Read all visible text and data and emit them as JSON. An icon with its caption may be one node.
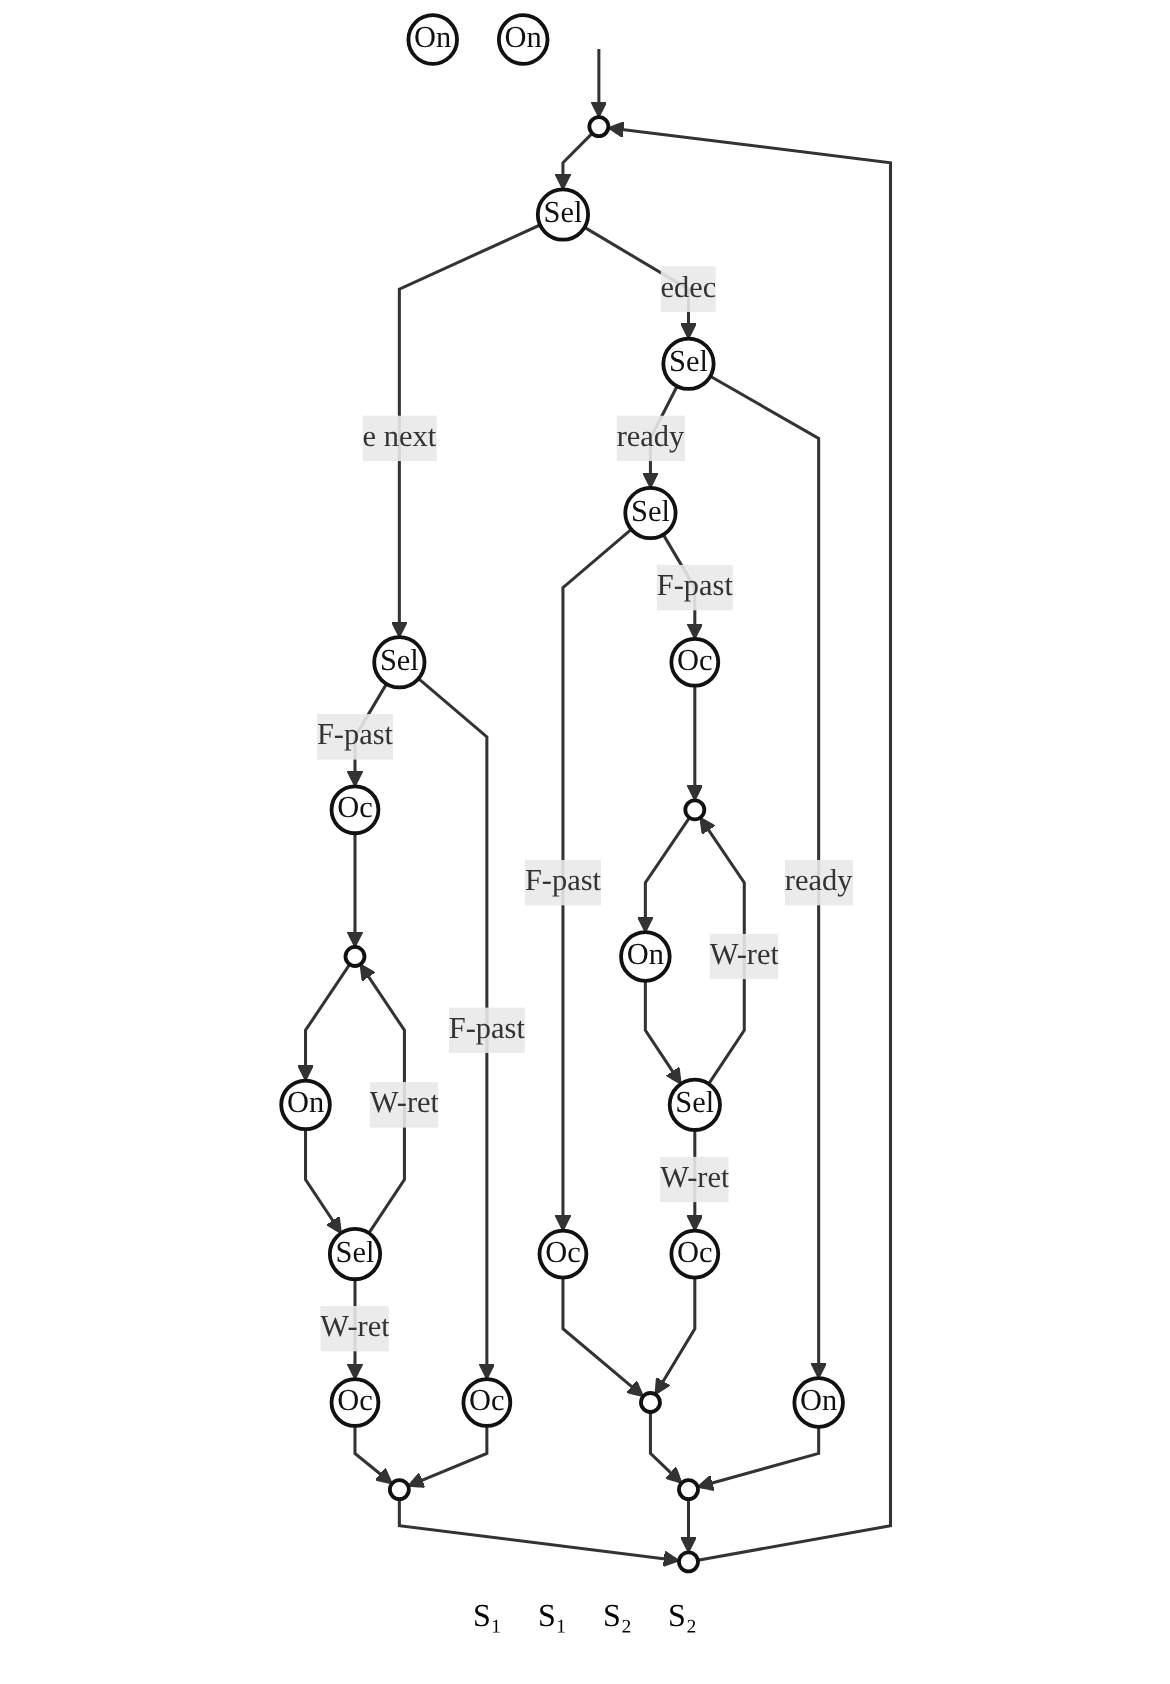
{
  "diagram": {
    "nodes": [
      {
        "text": [],
        "shape": "circle"
      },
      {
        "text": [
          "Sel"
        ]
      },
      {
        "text": [
          "Sel"
        ]
      },
      {
        "text": [
          "Sel"
        ]
      },
      {
        "text": [
          "Sel"
        ]
      },
      {
        "text": [
          "Oc"
        ]
      },
      {
        "text": [
          "On"
        ]
      },
      {
        "text": [
          "On"
        ]
      },
      {
        "text": [
          "Oc"
        ]
      },
      {
        "text": [],
        "shape": "circle"
      },
      {
        "text": [],
        "shape": "circle"
      },
      {
        "text": [
          "On"
        ]
      },
      {
        "text": [
          "Oc"
        ]
      },
      {
        "text": [
          "Oc"
        ]
      },
      {
        "text": [
          "On"
        ]
      },
      {
        "text": [
          "On"
        ]
      },
      {
        "text": [
          "Sel"
        ]
      },
      {
        "text": [
          "Sel"
        ]
      },
      {
        "text": [
          "Oc"
        ]
      },
      {
        "text": [
          "Oc"
        ]
      },
      {
        "text": [],
        "shape": "circle"
      },
      {
        "text": [],
        "shape": "circle"
      },
      {
        "text": [],
        "shape": "circle"
      },
      {
        "text": [],
        "shape": "circle"
      }
    ],
    "edges": [
      {
        "from": null,
        "to": 0,
        "arrow": "to"
      },
      {
        "from": 0,
        "to": 1,
        "arrow": "to"
      },
      {
        "from": 1,
        "to": 3,
        "label": "e next",
        "arrow": "to"
      },
      {
        "from": 1,
        "to": 2,
        "label": "edec",
        "arrow": "to"
      },
      {
        "from": 2,
        "to": 4,
        "label": "ready",
        "arrow": "to"
      },
      {
        "from": 2,
        "to": 15,
        "label": "ready",
        "arrow": "to"
      },
      {
        "from": 3,
        "to": 5,
        "label": "F-past",
        "arrow": "to"
      },
      {
        "from": 3,
        "to": 12,
        "label": "F-past",
        "arrow": "to"
      },
      {
        "from": 4,
        "to": 13,
        "label": "F-past",
        "arrow": "to"
      },
      {
        "from": 4,
        "to": 8,
        "label": "F-past",
        "arrow": "to"
      },
      {
        "from": 5,
        "to": 9,
        "arrow": "to"
      },
      {
        "from": 9,
        "to": 11,
        "arrow": "to"
      },
      {
        "from": 11,
        "to": 16,
        "arrow": "to"
      },
      {
        "from": 16,
        "to": 9,
        "label": "W-ret",
        "arrow": "to"
      },
      {
        "from": 16,
        "to": 18,
        "label": "W-ret",
        "arrow": "to"
      },
      {
        "from": 8,
        "to": 10,
        "arrow": "to"
      },
      {
        "from": 10,
        "to": 14,
        "arrow": "to"
      },
      {
        "from": 14,
        "to": 17,
        "arrow": "to"
      },
      {
        "from": 17,
        "to": 10,
        "label": "W-ret",
        "arrow": "to"
      },
      {
        "from": 17,
        "to": 19,
        "label": "W-ret",
        "arrow": "to"
      },
      {
        "from": 18,
        "to": 20,
        "arrow": "to"
      },
      {
        "from": 12,
        "to": 20,
        "arrow": "to"
      },
      {
        "from": 13,
        "to": 21,
        "arrow": "to"
      },
      {
        "from": 19,
        "to": 21,
        "arrow": "to"
      },
      {
        "from": 21,
        "to": 22,
        "arrow": "to"
      },
      {
        "from": 15,
        "to": 22,
        "arrow": "to"
      },
      {
        "from": 20,
        "to": 23,
        "arrow": "to"
      },
      {
        "from": 22,
        "to": 23,
        "arrow": "to"
      },
      {
        "from": 23,
        "to": 0,
        "arrow": "to"
      }
    ],
    "labels": [
      "S₁",
      "S₁",
      "S₂",
      "S₂"
    ]
  }
}
